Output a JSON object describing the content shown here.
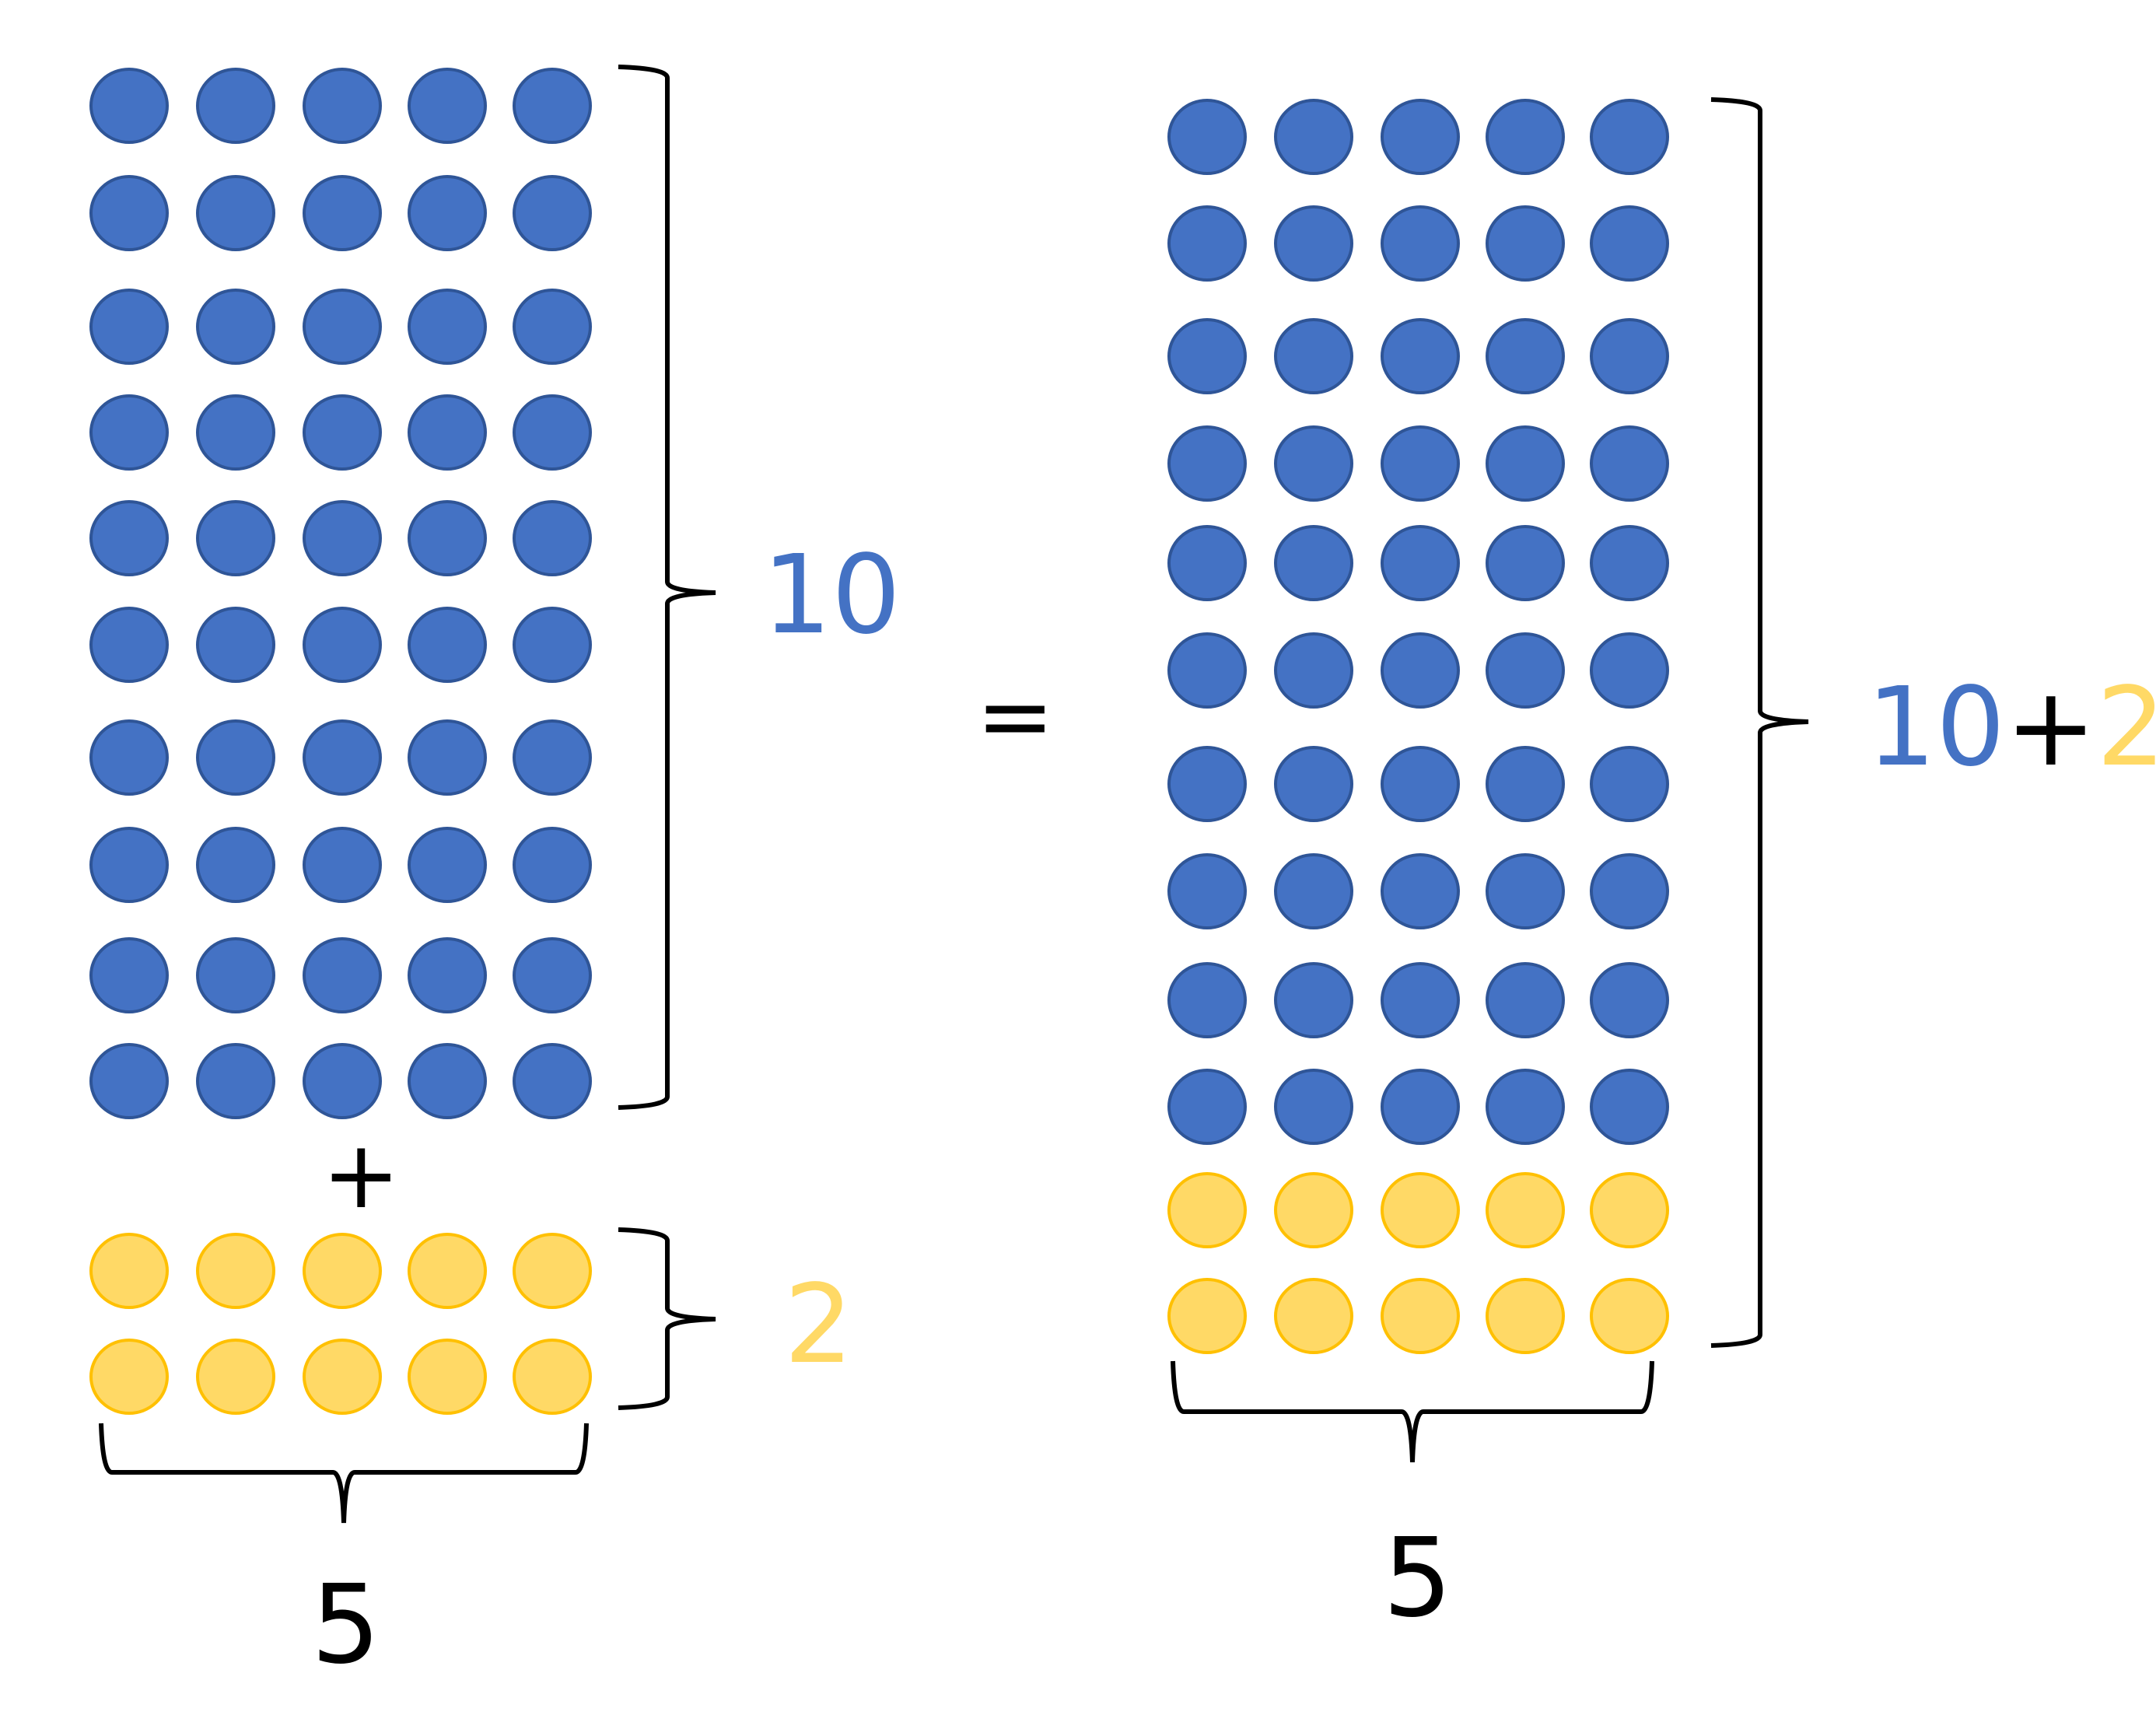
{
  "colors": {
    "blue_fill": "#4472C4",
    "blue_stroke": "#2F5597",
    "yellow_fill": "#FFD966",
    "yellow_stroke": "#FFC000",
    "bracket": "#000000",
    "text_black": "#000000"
  },
  "left_group": {
    "columns": 5,
    "blue_rows": 10,
    "yellow_rows": 2,
    "blue_count_label": "10",
    "yellow_count_label": "2",
    "plus_label": "+",
    "width_label": "5"
  },
  "equals_label": "=",
  "right_group": {
    "columns": 5,
    "blue_rows": 10,
    "yellow_rows": 2,
    "sum_label_blue": "10",
    "sum_label_plus": "+",
    "sum_label_yellow": "2",
    "width_label": "5"
  }
}
